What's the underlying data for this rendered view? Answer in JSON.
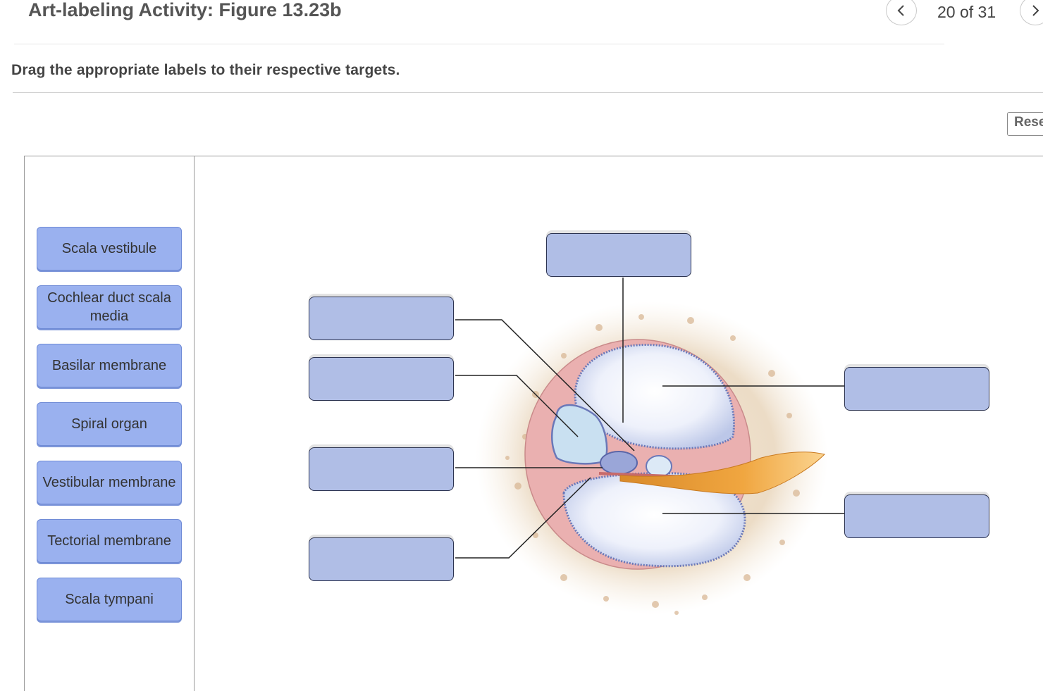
{
  "header": {
    "title": "Art-labeling Activity: Figure 13.23b",
    "counter": "20 of 31"
  },
  "instructions": "Drag the appropriate labels to their respective targets.",
  "toolbar": {
    "reset_label": "Reset"
  },
  "label_bank": [
    "Scala vestibule",
    "Cochlear duct scala media",
    "Basilar membrane",
    "Spiral organ",
    "Vestibular membrane",
    "Tectorial membrane",
    "Scala tympani"
  ],
  "colors": {
    "label_fill": "#9ab1ef",
    "target_fill": "#b0bee6",
    "target_border": "#2c3350"
  }
}
